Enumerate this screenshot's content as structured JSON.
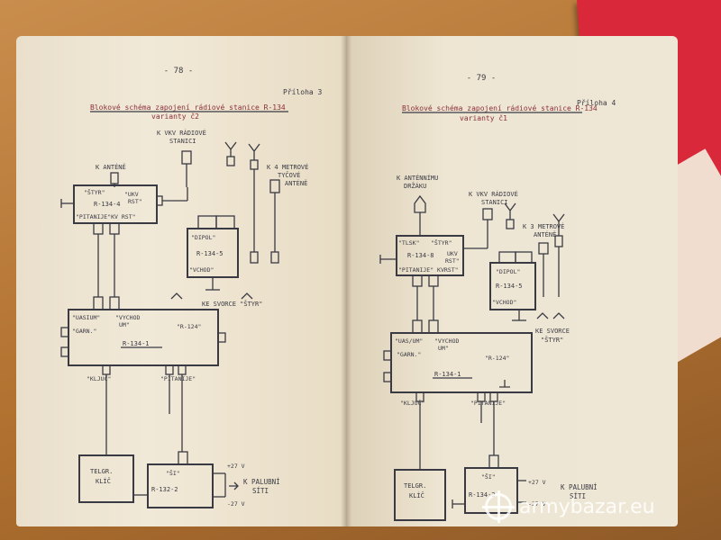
{
  "left_page": {
    "page_number": "- 78 -",
    "appendix": "Příloha 3",
    "title_line1": "Blokové schéma zapojení rádiové stanice R-134",
    "title_line2": "varianty č2",
    "labels": {
      "k_antene": "K ANTÉNĚ",
      "k_vkv_1": "K VKV RÁDIOVÉ",
      "k_vkv_2": "STANICI",
      "k_4m_1": "K 4 METROVÉ",
      "k_4m_2": "TYČOVÉ",
      "k_4m_3": "ANTÉNĚ",
      "styr": "\"ŠTYR\"",
      "ukv": "\"UKV",
      "rst": "RST\"",
      "r134_4": "R-134-4",
      "pitanije_kv": "\"PITANIJE\"KV RST\"",
      "dipol": "\"DIPOL\"",
      "r134_5": "R-134-5",
      "vchod": "\"VCHOD\"",
      "ke_svorce": "KE SVORCE \"ŠTYR\"",
      "uasium": "\"UASIUM\"",
      "vychod": "\"VYCHOD",
      "um": "UM\"",
      "garn": "\"GARN.\"",
      "r124": "\"R-124\"",
      "r134_1": "R-134-1",
      "kljuc": "\"KLJUČ\"",
      "pitanije": "\"PITANIJE\"",
      "telgr_1": "TELGR.",
      "telgr_2": "KLÍČ",
      "si": "\"ŠI\"",
      "plus27": "+27 V",
      "r132_2": "R-132-2",
      "minus27": "-27 V",
      "k_palubni_1": "K PALUBNÍ",
      "k_palubni_2": "SÍTI"
    }
  },
  "right_page": {
    "page_number": "- 79 -",
    "appendix": "Příloha 4",
    "title_line1": "Blokové schéma zapojení rádiové stanice R-134",
    "title_line2": "varianty č1",
    "labels": {
      "k_anten_1": "K ANTÉNNÍMU",
      "k_anten_2": "DRŽÁKU",
      "k_vkv_1": "K VKV RÁDIOVÉ",
      "k_vkv_2": "STANICI",
      "k_3m_1": "K 3 METROVÉ",
      "k_3m_2": "ANTÉNĚ",
      "tlsk": "\"TLSK\"",
      "styr": "\"ŠTYR\"",
      "r134_8": "R-134-8",
      "ukv": "UKV",
      "rst": "RST\"",
      "pitanije_kvrst": "\"PITANIJE\" KVRST\"",
      "dipol": "\"DIPOL\"",
      "r134_5": "R-134-5",
      "vchod": "\"VCHOD\"",
      "ke_svorce_1": "KE SVORCE",
      "ke_svorce_2": "\"ŠTYR\"",
      "uas_um": "\"UAS/UM\"",
      "vychod": "\"VYCHOD",
      "um": "UM\"",
      "garn": "\"GARN.\"",
      "r124": "\"R-124\"",
      "r134_1": "R-134-1",
      "kljuc": "\"KLJUČ\"",
      "pitanije": "\"PITANIJE\"",
      "telgr_1": "TELGR.",
      "telgr_2": "KLÍČ",
      "si": "\"ŠI\"",
      "plus27": "+27 V",
      "r134_2": "R-134-2",
      "minus27": "-27 V",
      "k_palubni_1": "K PALUBNÍ",
      "k_palubni_2": "SÍTI"
    }
  },
  "watermark": "armybazar.eu",
  "colors": {
    "background": "#b8793a",
    "paper": "#efe7d6",
    "ink": "#3a3a44",
    "title_ink": "#8a2f3a",
    "red_book": "#d8283a"
  }
}
